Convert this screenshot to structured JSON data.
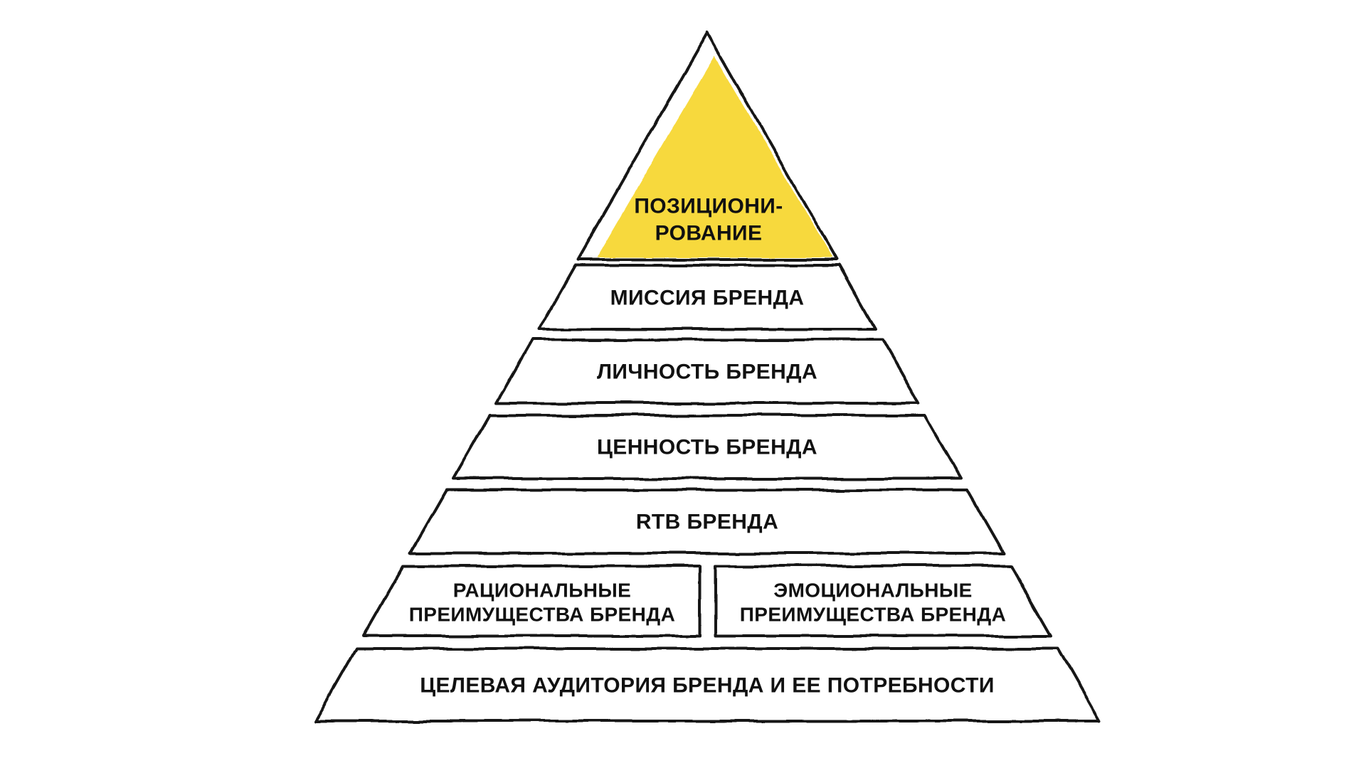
{
  "colors": {
    "accent": "#F7D93D",
    "outline": "#161616",
    "background": "#FFFFFF",
    "text": "#111111"
  },
  "pyramid": {
    "positioning": {
      "line1": "ПОЗИЦИОНИ-",
      "line2": "РОВАНИЕ"
    },
    "mission": {
      "label": "МИССИЯ БРЕНДА"
    },
    "personality": {
      "label": "ЛИЧНОСТЬ БРЕНДА"
    },
    "value": {
      "label": "ЦЕННОСТЬ БРЕНДА"
    },
    "rtb": {
      "label": "RTB БРЕНДА"
    },
    "rational": {
      "line1": "РАЦИОНАЛЬНЫЕ",
      "line2": "ПРЕИМУЩЕСТВА БРЕНДА"
    },
    "emotional": {
      "line1": "ЭМОЦИОНАЛЬНЫЕ",
      "line2": "ПРЕИМУЩЕСТВА БРЕНДА"
    },
    "audience": {
      "label": "ЦЕЛЕВАЯ АУДИТОРИЯ БРЕНДА И ЕЕ ПОТРЕБНОСТИ"
    }
  }
}
